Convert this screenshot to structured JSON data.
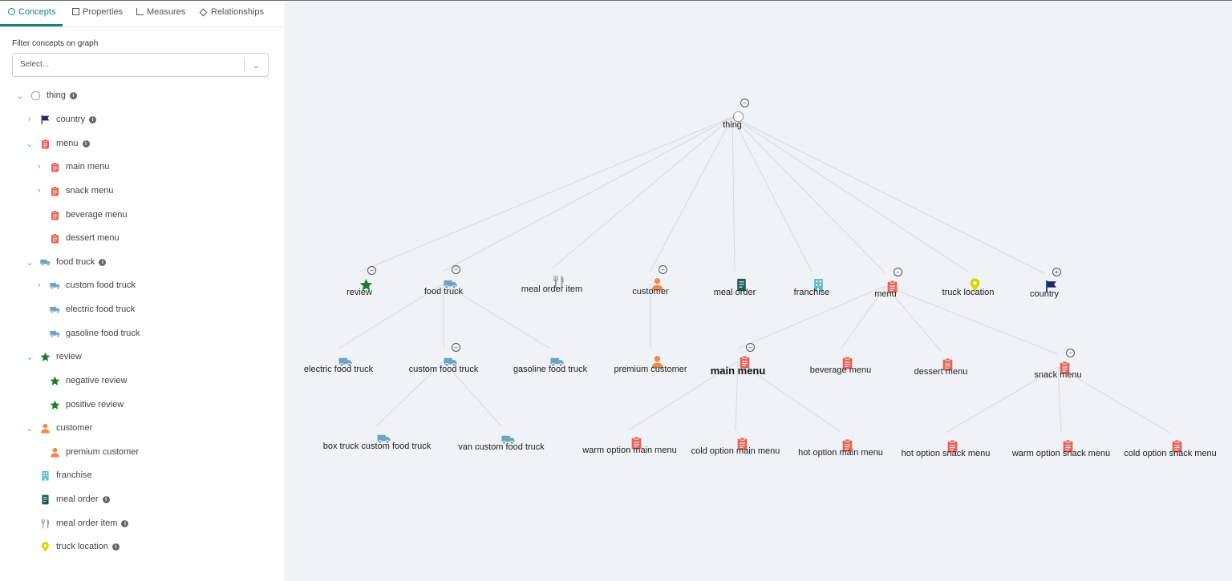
{
  "tabs": [
    {
      "label": "Concepts",
      "icon": "circle-icon",
      "active": true
    },
    {
      "label": "Properties",
      "icon": "square-icon"
    },
    {
      "label": "Measures",
      "icon": "bar-chart-icon"
    },
    {
      "label": "Relationships",
      "icon": "diamond-icon"
    }
  ],
  "filter": {
    "label": "Filter concepts on graph",
    "placeholder": "Select..."
  },
  "tree": [
    {
      "label": "thing",
      "icon": "circle-icon",
      "caret": "down",
      "info": true
    },
    {
      "label": "country",
      "icon": "flag-icon",
      "caret": "right",
      "info": true
    },
    {
      "label": "menu",
      "icon": "clipboard-icon",
      "caret": "down",
      "info": true
    },
    {
      "label": "main menu",
      "icon": "clipboard-icon",
      "caret": "right"
    },
    {
      "label": "snack menu",
      "icon": "clipboard-icon",
      "caret": "right"
    },
    {
      "label": "beverage menu",
      "icon": "clipboard-icon"
    },
    {
      "label": "dessert menu",
      "icon": "clipboard-icon"
    },
    {
      "label": "food truck",
      "icon": "truck-icon",
      "caret": "down",
      "info": true
    },
    {
      "label": "custom food truck",
      "icon": "truck-icon",
      "caret": "right"
    },
    {
      "label": "electric food truck",
      "icon": "truck-icon"
    },
    {
      "label": "gasoline food truck",
      "icon": "truck-icon"
    },
    {
      "label": "review",
      "icon": "star-icon",
      "caret": "down"
    },
    {
      "label": "negative review",
      "icon": "star-icon"
    },
    {
      "label": "positive review",
      "icon": "star-icon"
    },
    {
      "label": "customer",
      "icon": "person-icon",
      "caret": "down"
    },
    {
      "label": "premium customer",
      "icon": "person-icon"
    },
    {
      "label": "franchise",
      "icon": "building-icon"
    },
    {
      "label": "meal order",
      "icon": "receipt-icon",
      "info": true
    },
    {
      "label": "meal order item",
      "icon": "utensils-icon",
      "info": true
    },
    {
      "label": "truck location",
      "icon": "map-pin-icon",
      "info": true
    }
  ],
  "graph": {
    "nodes": [
      {
        "id": "thing",
        "label": "thing",
        "icon": "circle-icon",
        "toggle": "minus"
      },
      {
        "id": "review",
        "label": "review",
        "icon": "star-icon",
        "toggle": "minus"
      },
      {
        "id": "food_truck",
        "label": "food truck",
        "icon": "truck-icon",
        "toggle": "minus"
      },
      {
        "id": "meal_order_item",
        "label": "meal order item",
        "icon": "utensils-icon"
      },
      {
        "id": "customer",
        "label": "customer",
        "icon": "person-icon",
        "toggle": "minus"
      },
      {
        "id": "meal_order",
        "label": "meal order",
        "icon": "receipt-icon"
      },
      {
        "id": "franchise",
        "label": "franchise",
        "icon": "building-icon"
      },
      {
        "id": "menu",
        "label": "menu",
        "icon": "clipboard-icon",
        "toggle": "minus"
      },
      {
        "id": "truck_location",
        "label": "truck location",
        "icon": "map-pin-icon"
      },
      {
        "id": "country",
        "label": "country",
        "icon": "flag-icon",
        "toggle": "plus"
      },
      {
        "id": "electric_food_truck",
        "label": "electric food truck",
        "icon": "truck-icon"
      },
      {
        "id": "custom_food_truck",
        "label": "custom food truck",
        "icon": "truck-icon",
        "toggle": "minus"
      },
      {
        "id": "gasoline_food_truck",
        "label": "gasoline food truck",
        "icon": "truck-icon"
      },
      {
        "id": "premium_customer",
        "label": "premium customer",
        "icon": "person-icon"
      },
      {
        "id": "main_menu",
        "label": "main menu",
        "icon": "clipboard-icon",
        "toggle": "minus",
        "selected": true
      },
      {
        "id": "beverage_menu",
        "label": "beverage menu",
        "icon": "clipboard-icon"
      },
      {
        "id": "dessert_menu",
        "label": "dessert menu",
        "icon": "clipboard-icon"
      },
      {
        "id": "snack_menu",
        "label": "snack menu",
        "icon": "clipboard-icon",
        "toggle": "minus"
      },
      {
        "id": "box_truck",
        "label": "box truck custom food truck",
        "icon": "truck-icon"
      },
      {
        "id": "van",
        "label": "van custom food truck",
        "icon": "truck-icon"
      },
      {
        "id": "warm_main",
        "label": "warm option main menu",
        "icon": "clipboard-icon"
      },
      {
        "id": "cold_main",
        "label": "cold option main menu",
        "icon": "clipboard-icon"
      },
      {
        "id": "hot_main",
        "label": "hot option main menu",
        "icon": "clipboard-icon"
      },
      {
        "id": "hot_snack",
        "label": "hot option snack menu",
        "icon": "clipboard-icon"
      },
      {
        "id": "warm_snack",
        "label": "warm option snack menu",
        "icon": "clipboard-icon"
      },
      {
        "id": "cold_snack",
        "label": "cold option snack menu",
        "icon": "clipboard-icon"
      }
    ],
    "edges": [
      [
        "thing",
        "review"
      ],
      [
        "thing",
        "food_truck"
      ],
      [
        "thing",
        "meal_order_item"
      ],
      [
        "thing",
        "customer"
      ],
      [
        "thing",
        "meal_order"
      ],
      [
        "thing",
        "franchise"
      ],
      [
        "thing",
        "menu"
      ],
      [
        "thing",
        "truck_location"
      ],
      [
        "thing",
        "country"
      ],
      [
        "food_truck",
        "electric_food_truck"
      ],
      [
        "food_truck",
        "custom_food_truck"
      ],
      [
        "food_truck",
        "gasoline_food_truck"
      ],
      [
        "customer",
        "premium_customer"
      ],
      [
        "menu",
        "main_menu"
      ],
      [
        "menu",
        "beverage_menu"
      ],
      [
        "menu",
        "dessert_menu"
      ],
      [
        "menu",
        "snack_menu"
      ],
      [
        "custom_food_truck",
        "box_truck"
      ],
      [
        "custom_food_truck",
        "van"
      ],
      [
        "main_menu",
        "warm_main"
      ],
      [
        "main_menu",
        "cold_main"
      ],
      [
        "main_menu",
        "hot_main"
      ],
      [
        "snack_menu",
        "hot_snack"
      ],
      [
        "snack_menu",
        "warm_snack"
      ],
      [
        "snack_menu",
        "cold_snack"
      ]
    ]
  },
  "colors": {
    "accent": "#1a7f7a",
    "country": "#1a2a66",
    "menu": "#e8645a",
    "truck": "#6fa3bf",
    "review": "#1e7a2e",
    "customer": "#f08a4b",
    "franchise": "#5bbdc4",
    "meal_order": "#1c5c5a",
    "meal_order_item": "#999999",
    "truck_location": "#d6d600",
    "graph_bg": "#eff2f6",
    "edge": "#d6dbe1"
  }
}
